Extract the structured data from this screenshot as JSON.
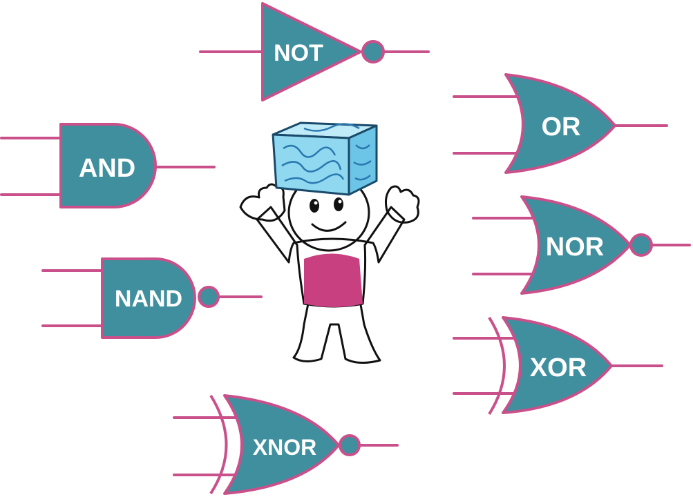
{
  "gates": {
    "not": "NOT",
    "and": "AND",
    "nand": "NAND",
    "or": "OR",
    "nor": "NOR",
    "xor": "XOR",
    "xnor": "XNOR"
  },
  "colors": {
    "gate_fill": "#3f8f9e",
    "wire": "#c9508a",
    "label": "#ffffff",
    "shirt": "#c8407f",
    "face": "#f6c630",
    "brain_cube": "#8fd8f0"
  },
  "icons": {
    "mascot": "character-with-brain-cube-head"
  }
}
